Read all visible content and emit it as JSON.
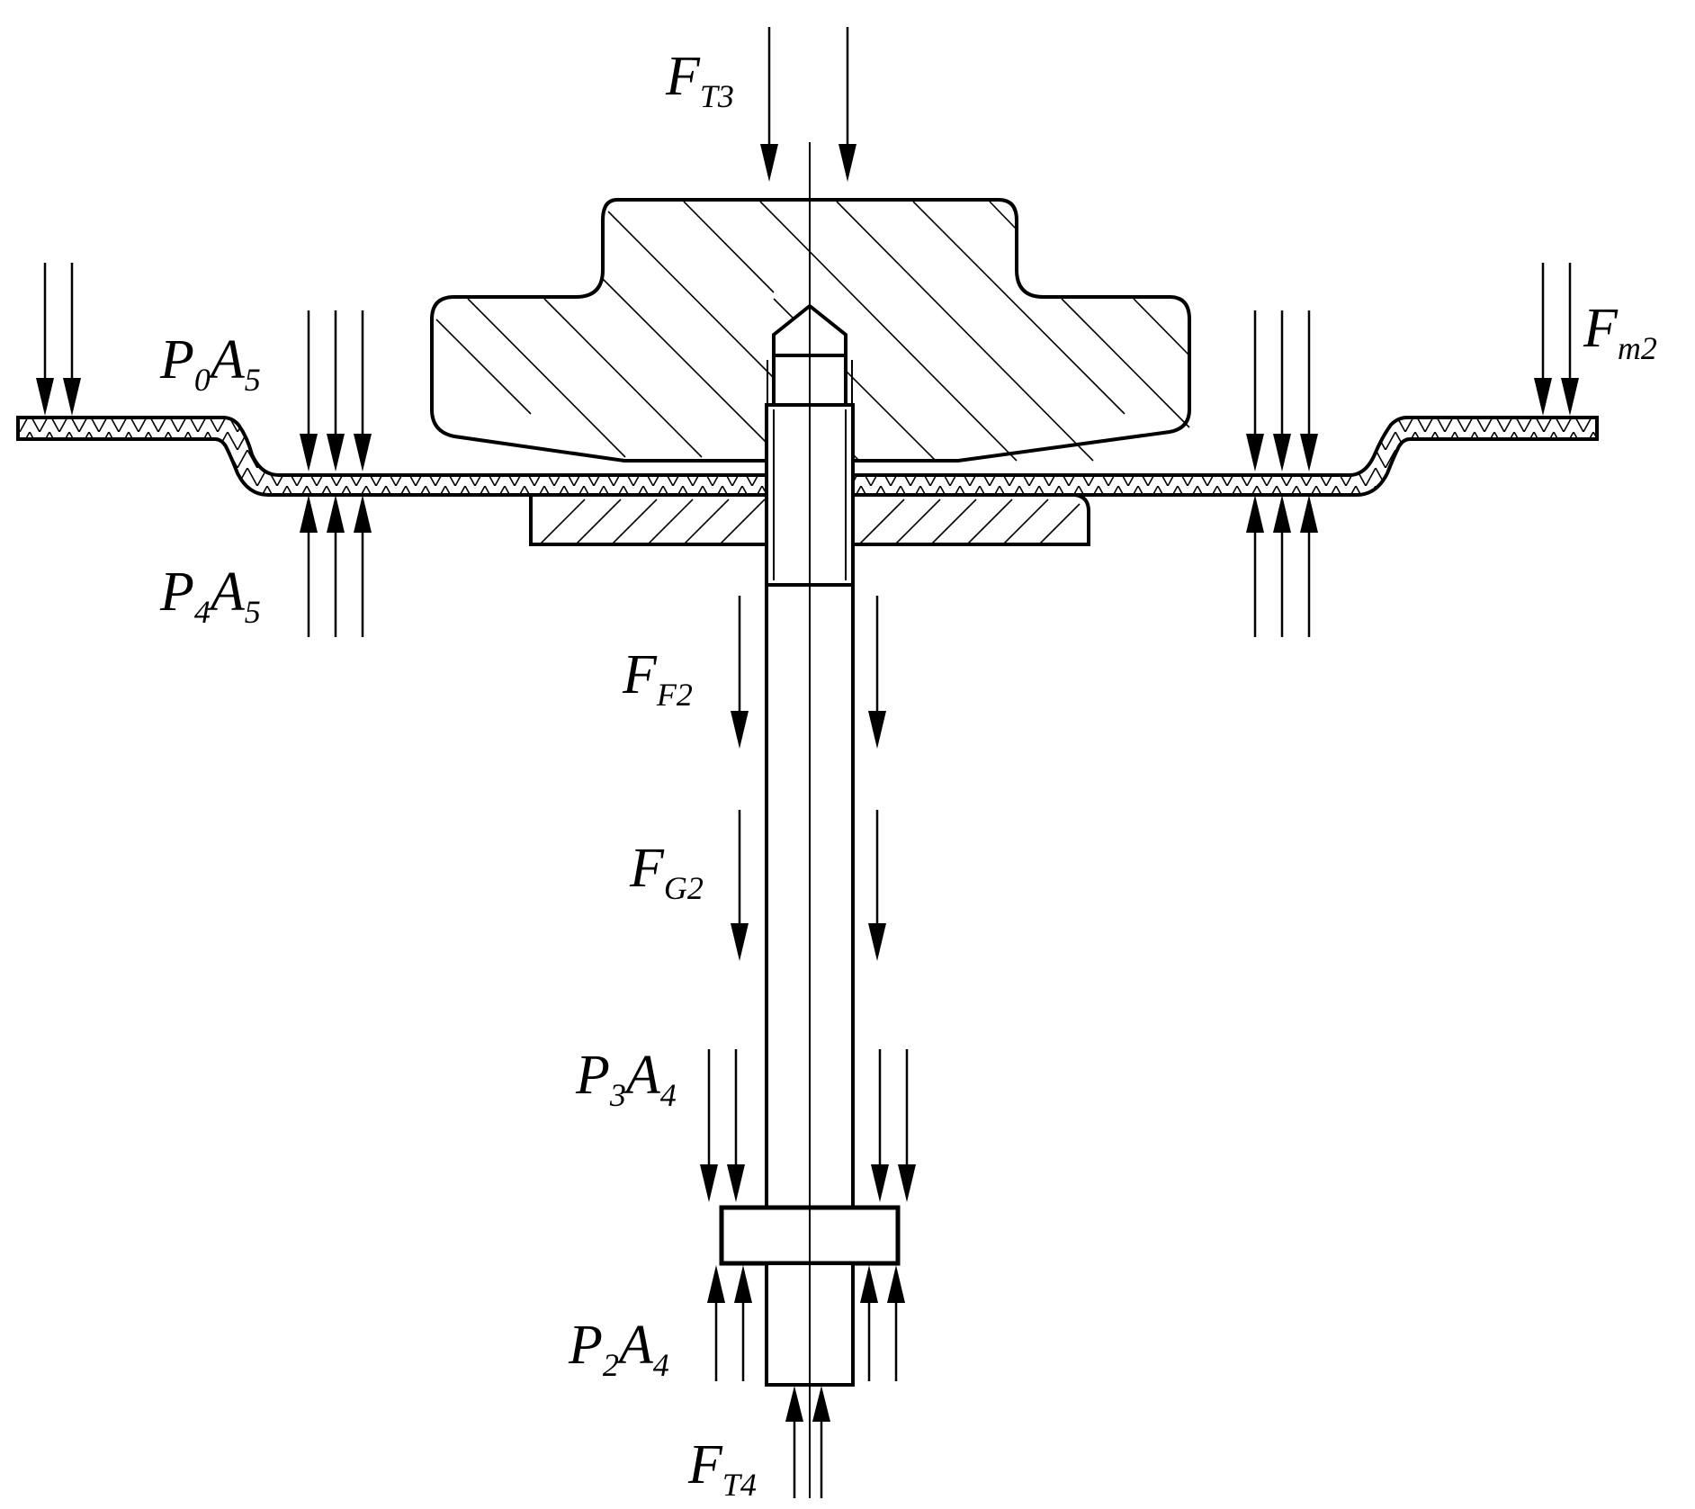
{
  "diagram": {
    "colors": {
      "stroke": "#000000",
      "background": "#ffffff"
    },
    "labels": {
      "ft3": {
        "main": "F",
        "sub": "T3"
      },
      "p0a5": {
        "p": "P",
        "psub": "0",
        "a": "A",
        "asub": "5"
      },
      "fm2": {
        "main": "F",
        "sub": "m2"
      },
      "p4a5": {
        "p": "P",
        "psub": "4",
        "a": "A",
        "asub": "5"
      },
      "ff2": {
        "main": "F",
        "sub": "F2"
      },
      "fg2": {
        "main": "F",
        "sub": "G2"
      },
      "p3a4": {
        "p": "P",
        "psub": "3",
        "a": "A",
        "asub": "4"
      },
      "p2a4": {
        "p": "P",
        "psub": "2",
        "a": "A",
        "asub": "4"
      },
      "ft4": {
        "main": "F",
        "sub": "T4"
      }
    }
  }
}
